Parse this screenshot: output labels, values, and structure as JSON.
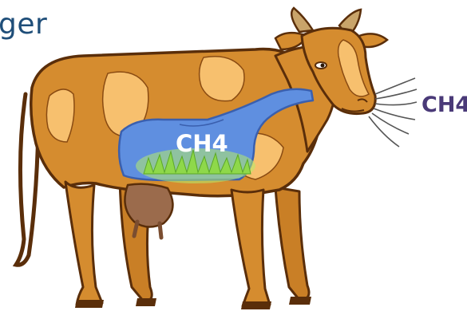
{
  "slide": {
    "title_fragment": "ger"
  },
  "labels": {
    "rumen_gas": "CH4",
    "exhaled_gas": "CH4"
  },
  "colors": {
    "cow_body": "#d58c2f",
    "cow_patches": "#f7c06e",
    "outline": "#5a2e0a",
    "udder": "#9b6b4c",
    "rumen": "#5f8fe0",
    "grass": "#8ed84a",
    "title": "#1f4e79",
    "exhale_label": "#4a3a78"
  }
}
